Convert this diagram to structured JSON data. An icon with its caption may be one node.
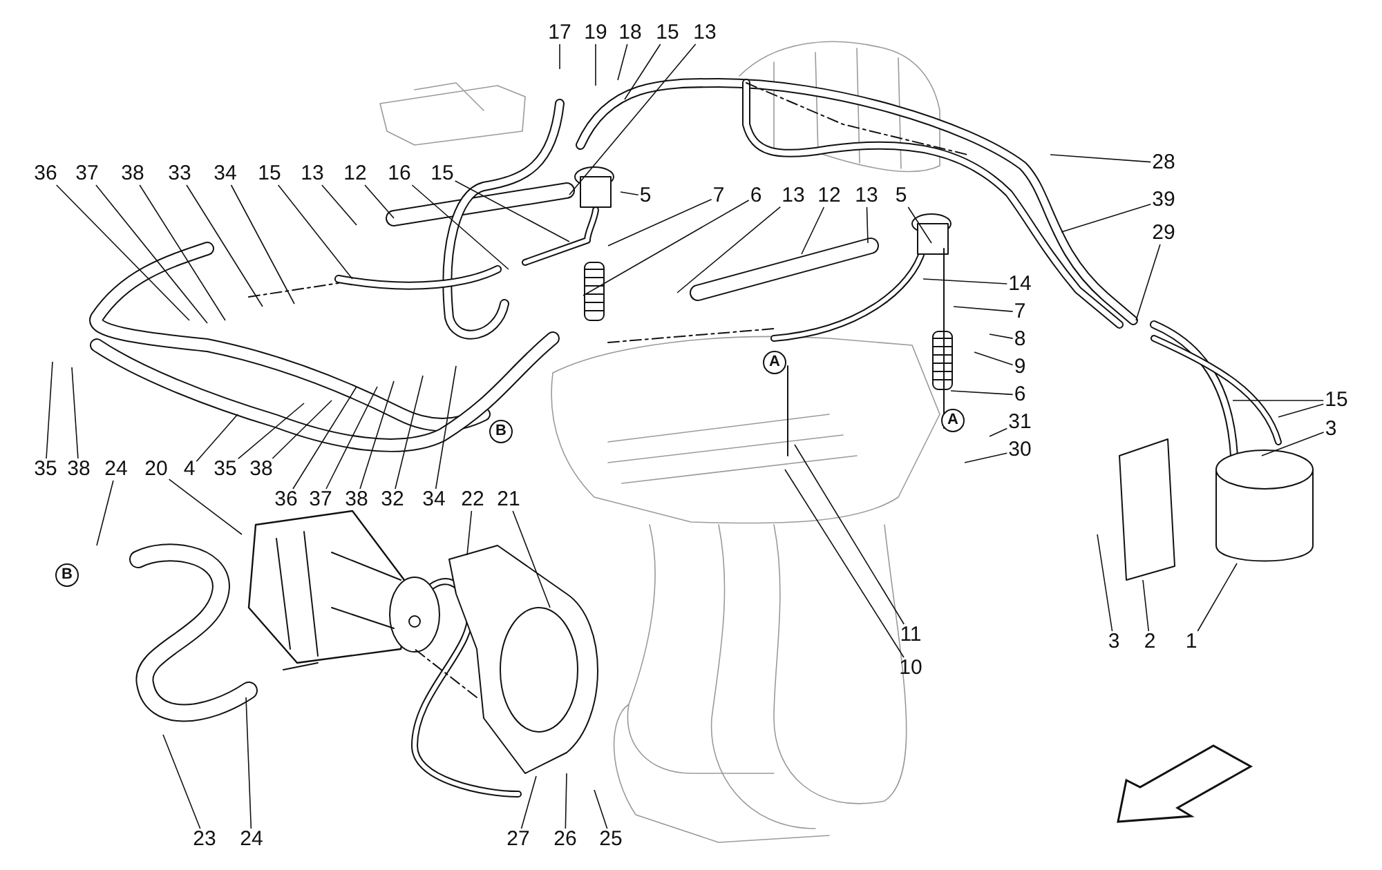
{
  "diagram": {
    "nodes": [
      {
        "text": [
          "17"
        ]
      },
      {
        "text": [
          "19"
        ]
      },
      {
        "text": [
          "18"
        ]
      },
      {
        "text": [
          "15"
        ]
      },
      {
        "text": [
          "13"
        ]
      },
      {
        "text": [
          "36"
        ]
      },
      {
        "text": [
          "37"
        ]
      },
      {
        "text": [
          "38"
        ]
      },
      {
        "text": [
          "33"
        ]
      },
      {
        "text": [
          "34"
        ]
      },
      {
        "text": [
          "15"
        ]
      },
      {
        "text": [
          "13"
        ]
      },
      {
        "text": [
          "12"
        ]
      },
      {
        "text": [
          "16"
        ]
      },
      {
        "text": [
          "15"
        ]
      },
      {
        "text": [
          "5"
        ]
      },
      {
        "text": [
          "7"
        ]
      },
      {
        "text": [
          "6"
        ]
      },
      {
        "text": [
          "13"
        ]
      },
      {
        "text": [
          "12"
        ]
      },
      {
        "text": [
          "13"
        ]
      },
      {
        "text": [
          "5"
        ]
      },
      {
        "text": [
          "28"
        ]
      },
      {
        "text": [
          "39"
        ]
      },
      {
        "text": [
          "29"
        ]
      },
      {
        "text": [
          "14"
        ]
      },
      {
        "text": [
          "7"
        ]
      },
      {
        "text": [
          "8"
        ]
      },
      {
        "text": [
          "9"
        ]
      },
      {
        "text": [
          "6"
        ]
      },
      {
        "text": [
          "31"
        ]
      },
      {
        "text": [
          "30"
        ]
      },
      {
        "text": [
          "15"
        ]
      },
      {
        "text": [
          "3"
        ]
      },
      {
        "text": [
          "35"
        ]
      },
      {
        "text": [
          "38"
        ]
      },
      {
        "text": [
          "24"
        ]
      },
      {
        "text": [
          "20"
        ]
      },
      {
        "text": [
          "4"
        ]
      },
      {
        "text": [
          "35"
        ]
      },
      {
        "text": [
          "38"
        ]
      },
      {
        "text": [
          "36"
        ]
      },
      {
        "text": [
          "37"
        ]
      },
      {
        "text": [
          "38"
        ]
      },
      {
        "text": [
          "32"
        ]
      },
      {
        "text": [
          "34"
        ]
      },
      {
        "text": [
          "22"
        ]
      },
      {
        "text": [
          "21"
        ]
      },
      {
        "text": [
          "11"
        ]
      },
      {
        "text": [
          "10"
        ]
      },
      {
        "text": [
          "3"
        ]
      },
      {
        "text": [
          "2"
        ]
      },
      {
        "text": [
          "1"
        ]
      },
      {
        "text": [
          "23"
        ]
      },
      {
        "text": [
          "24"
        ]
      },
      {
        "text": [
          "27"
        ]
      },
      {
        "text": [
          "26"
        ]
      },
      {
        "text": [
          "25"
        ]
      }
    ],
    "edges": [
      {
        "from": 0,
        "to": null,
        "arrow": "none"
      },
      {
        "from": 1,
        "to": null,
        "arrow": "none"
      },
      {
        "from": 2,
        "to": null,
        "arrow": "none"
      },
      {
        "from": 3,
        "to": null,
        "arrow": "none"
      },
      {
        "from": 4,
        "to": null,
        "arrow": "none"
      },
      {
        "from": 5,
        "to": null,
        "arrow": "none"
      },
      {
        "from": 6,
        "to": null,
        "arrow": "none"
      },
      {
        "from": 7,
        "to": null,
        "arrow": "none"
      },
      {
        "from": 8,
        "to": null,
        "arrow": "none"
      },
      {
        "from": 9,
        "to": null,
        "arrow": "none"
      },
      {
        "from": 10,
        "to": null,
        "arrow": "none"
      },
      {
        "from": 11,
        "to": null,
        "arrow": "none"
      },
      {
        "from": 12,
        "to": null,
        "arrow": "none"
      },
      {
        "from": 13,
        "to": null,
        "arrow": "none"
      },
      {
        "from": 14,
        "to": null,
        "arrow": "none"
      },
      {
        "from": 15,
        "to": null,
        "arrow": "none"
      },
      {
        "from": 16,
        "to": null,
        "arrow": "none"
      },
      {
        "from": 17,
        "to": null,
        "arrow": "none"
      },
      {
        "from": 18,
        "to": null,
        "arrow": "none"
      },
      {
        "from": 19,
        "to": null,
        "arrow": "none"
      },
      {
        "from": 20,
        "to": null,
        "arrow": "none"
      },
      {
        "from": 21,
        "to": null,
        "arrow": "none"
      },
      {
        "from": 22,
        "to": null,
        "arrow": "none"
      },
      {
        "from": 23,
        "to": null,
        "arrow": "none"
      },
      {
        "from": 24,
        "to": null,
        "arrow": "none"
      },
      {
        "from": 25,
        "to": null,
        "arrow": "none"
      },
      {
        "from": 26,
        "to": null,
        "arrow": "none"
      },
      {
        "from": 27,
        "to": null,
        "arrow": "none"
      },
      {
        "from": 28,
        "to": null,
        "arrow": "none"
      },
      {
        "from": 29,
        "to": null,
        "arrow": "none"
      },
      {
        "from": 30,
        "to": null,
        "arrow": "none"
      },
      {
        "from": 31,
        "to": null,
        "arrow": "none"
      },
      {
        "from": 32,
        "to": null,
        "arrow": "none"
      },
      {
        "from": 32,
        "to": null,
        "arrow": "none"
      },
      {
        "from": 33,
        "to": null,
        "arrow": "none"
      },
      {
        "from": 34,
        "to": null,
        "arrow": "none"
      },
      {
        "from": 35,
        "to": null,
        "arrow": "none"
      },
      {
        "from": 36,
        "to": null,
        "arrow": "none"
      },
      {
        "from": 37,
        "to": null,
        "arrow": "none"
      },
      {
        "from": 38,
        "to": null,
        "arrow": "none"
      },
      {
        "from": 39,
        "to": null,
        "arrow": "none"
      },
      {
        "from": 40,
        "to": null,
        "arrow": "none"
      },
      {
        "from": 41,
        "to": null,
        "arrow": "none"
      },
      {
        "from": 42,
        "to": null,
        "arrow": "none"
      },
      {
        "from": 43,
        "to": null,
        "arrow": "none"
      },
      {
        "from": 44,
        "to": null,
        "arrow": "none"
      },
      {
        "from": 45,
        "to": null,
        "arrow": "none"
      },
      {
        "from": 46,
        "to": null,
        "arrow": "none"
      },
      {
        "from": 47,
        "to": null,
        "arrow": "none"
      },
      {
        "from": 48,
        "to": null,
        "arrow": "none"
      },
      {
        "from": 49,
        "to": null,
        "arrow": "none"
      },
      {
        "from": 50,
        "to": null,
        "arrow": "none"
      },
      {
        "from": 51,
        "to": null,
        "arrow": "none"
      },
      {
        "from": 52,
        "to": null,
        "arrow": "none"
      },
      {
        "from": 53,
        "to": null,
        "arrow": "none"
      },
      {
        "from": 54,
        "to": null,
        "arrow": "none"
      },
      {
        "from": 55,
        "to": null,
        "arrow": "none"
      },
      {
        "from": 56,
        "to": null,
        "arrow": "none"
      },
      {
        "from": 57,
        "to": null,
        "arrow": "none"
      }
    ],
    "labels": [
      "A",
      "A",
      "B",
      "B"
    ]
  }
}
